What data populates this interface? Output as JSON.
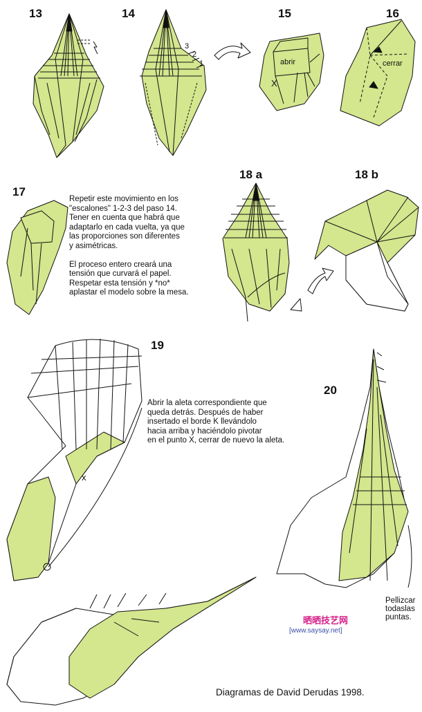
{
  "steps": {
    "s13": "13",
    "s14": "14",
    "s15": "15",
    "s16": "16",
    "s17": "17",
    "s18a": "18 a",
    "s18b": "18 b",
    "s19": "19",
    "s20": "20"
  },
  "labels": {
    "abrir": "abrir",
    "cerrar": "cerrar",
    "x15": "X",
    "x19": "x",
    "n3": "3",
    "n2": "2",
    "n1": "1"
  },
  "text17": "Repetir este movimiento en los\n\"escalones\" 1-2-3 del paso 14.\nTener en cuenta que habrá que\nadaptarlo en cada vuelta, ya que\nlas proporciones son diferentes\ny asimétricas.\n\nEl proceso entero creará una\ntensión que curvará el papel.\nRespetar esta tensión y *no*\naplastar el modelo sobre la mesa.",
  "text19": "Abrir la aleta correspondiente que\nqueda detrás. Después de haber\ninsertado el borde K llevándolo\nhacia arriba y haciéndolo pivotar\nen el punto X, cerrar de nuevo la aleta.",
  "text20": "Pellizcar\ntodaslas\npuntas.",
  "credit": "Diagramas de David Derudas 1998.",
  "watermark": {
    "cn": "晒晒技艺网",
    "url": "[www.saysay.net]"
  },
  "colors": {
    "paper": "#d4e68e",
    "line": "#111111",
    "white": "#ffffff"
  }
}
